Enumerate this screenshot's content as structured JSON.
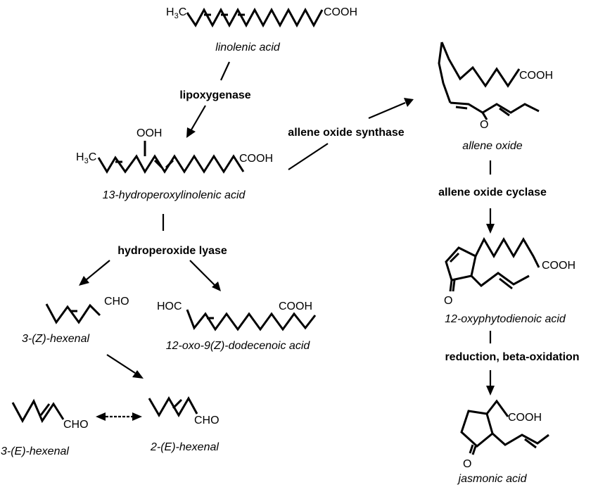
{
  "compounds": {
    "linolenic_acid": "linolenic acid",
    "hydroperoxy": "13-hydroperoxylinolenic acid",
    "z_hexenal": "3-(Z)-hexenal",
    "oxo_dodecenoic": "12-oxo-9(Z)-dodecenoic acid",
    "e3_hexenal": "3-(E)-hexenal",
    "e2_hexenal": "2-(E)-hexenal",
    "allene_oxide": "allene oxide",
    "opda": "12-oxyphytodienoic acid",
    "jasmonic_acid": "jasmonic acid"
  },
  "enzymes": {
    "lipoxygenase": "lipoxygenase",
    "allene_oxide_synthase": "allene oxide synthase",
    "hydroperoxide_lyase": "hydroperoxide lyase",
    "allene_oxide_cyclase": "allene oxide cyclase",
    "reduction": "reduction, beta-oxidation"
  },
  "groups": {
    "cooh": "COOH",
    "cho": "CHO",
    "hoc": "HOC",
    "ooh": "OOH",
    "h3c_h": "H",
    "h3c_3": "3",
    "h3c_c": "C",
    "o": "O"
  }
}
